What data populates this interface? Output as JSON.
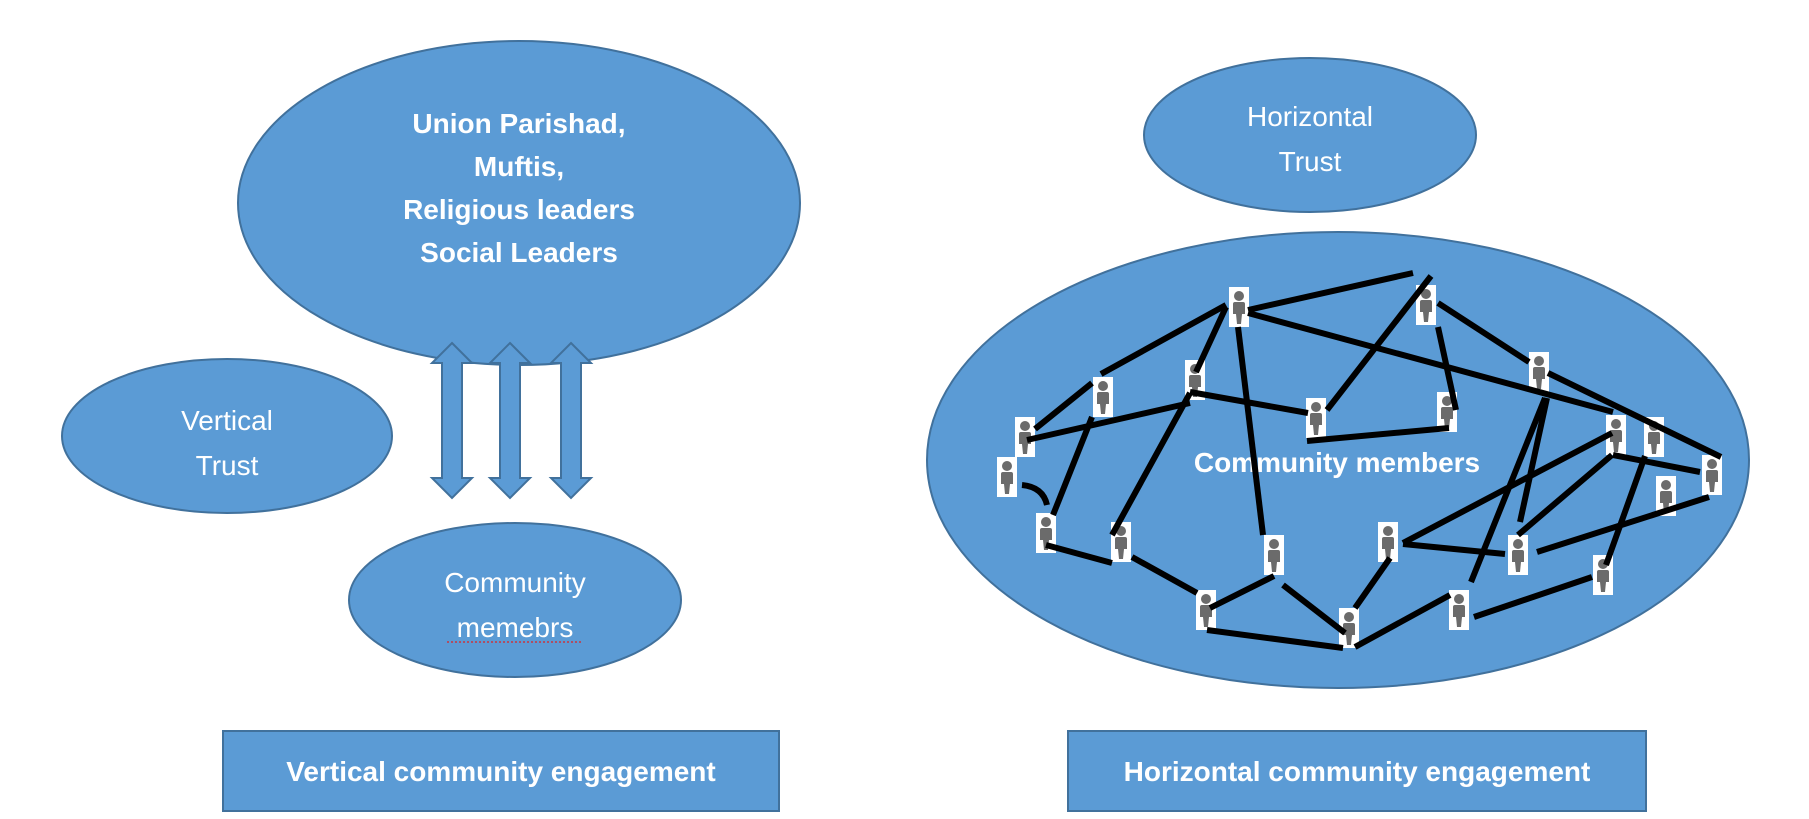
{
  "vertical_panel": {
    "leaders_ellipse": {
      "lines": [
        "Union Parishad,",
        "Muftis,",
        "Religious leaders",
        "Social Leaders"
      ]
    },
    "trust_ellipse": {
      "lines": [
        "Vertical",
        "Trust"
      ]
    },
    "members_ellipse": {
      "lines": [
        "Community",
        "memebrs"
      ],
      "spellcheck_flagged_word": "memebrs"
    },
    "arrows": {
      "count": 3,
      "icon": "double-headed-vertical-arrow-icon"
    },
    "caption": "Vertical community engagement"
  },
  "horizontal_panel": {
    "trust_ellipse": {
      "lines": [
        "Horizontal",
        "Trust"
      ]
    },
    "members_ellipse": {
      "label": "Community members",
      "person_icon": "person-icon",
      "person_count": 22
    },
    "caption": "Horizontal community engagement"
  },
  "colors": {
    "shape_fill": "#5b9bd5",
    "shape_stroke": "#41719c",
    "text": "#ffffff",
    "network_edge": "#000000",
    "person_figure": "#6b6b6b"
  }
}
